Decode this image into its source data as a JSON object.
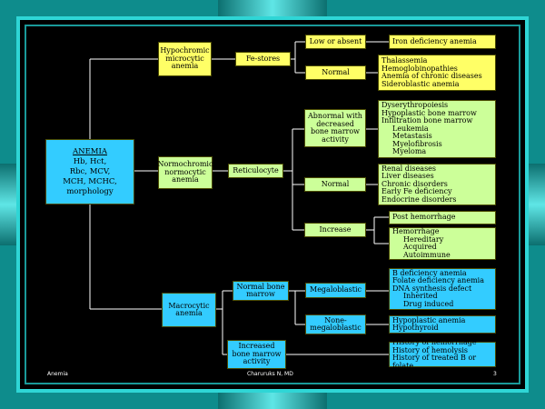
{
  "slide": {
    "footer_left": "Anemia",
    "footer_center": "Charuruks N, MD",
    "footer_right": "3"
  },
  "anemia": {
    "title": "ANEMIA",
    "lines": [
      "Hb, Hct,",
      "Rbc, MCV,",
      "MCH, MCHC,",
      "morphology"
    ]
  },
  "hypochromic": {
    "label": "Hypochromic microcytic anemia",
    "fe_stores": "Fe-stores",
    "low_absent": "Low or absent",
    "normal": "Normal",
    "iron_def": "Iron deficiency anemia",
    "normal_results": [
      "Thalassemia",
      "Hemoglobinopathies",
      "Anemia of chronic diseases",
      "Sideroblastic anemia"
    ]
  },
  "normochromic": {
    "label": "Normochromic normocytic anemia",
    "reticulocyte": "Reticulocyte",
    "abnormal": "Abnormal with decreased bone marrow activity",
    "abnormal_results": [
      "Dyserythropoiesis",
      "Hypoplastic bone marrow",
      "Infiltration bone marrow"
    ],
    "abnormal_sub": [
      "Leukemia",
      "Metastasis",
      "Myelofibrosis",
      "Myeloma"
    ],
    "normal": "Normal",
    "normal_results": [
      "Renal diseases",
      "Liver diseases",
      "Chronic disorders",
      "Early Fe deficiency",
      "Endocrine disorders"
    ],
    "increase": "Increase",
    "post_hemorrhage": "Post hemorrhage",
    "hemorrhage": "Hemorrhage",
    "hemorrhage_sub": [
      "Hereditary",
      "Acquired",
      "Autoimmune"
    ]
  },
  "macrocytic": {
    "label": "Macrocytic anemia",
    "normal_marrow": "Normal bone marrow",
    "megaloblastic": "Megaloblastic",
    "megaloblastic_results": [
      "B deficiency anemia",
      "Folate deficiency anemia",
      "DNA synthesis defect"
    ],
    "megaloblastic_sub": [
      "Inherited",
      "Drug induced"
    ],
    "non_megaloblastic": "None-megaloblastic",
    "non_megaloblastic_results": [
      "Hypoplastic anemia",
      "Hypothyroid"
    ],
    "increased_marrow": "Increased bone marrow activity",
    "increased_results": [
      "History of hemorrhage",
      "History of hemolysis",
      "History of treated B or folate"
    ]
  },
  "colors": {
    "frame": "#1ab5b5",
    "yellow": "#ffff66",
    "green": "#ccff99",
    "cyan": "#33ccff",
    "line": "#ffffff"
  }
}
